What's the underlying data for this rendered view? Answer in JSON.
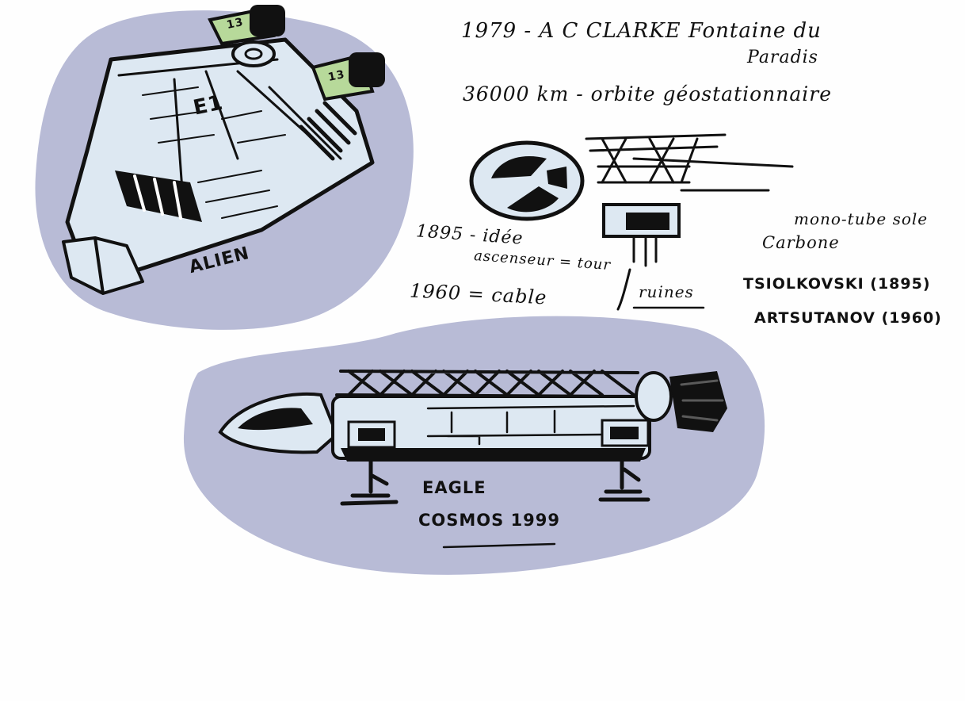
{
  "sketch": {
    "paper_color": "#fefefe",
    "blob_color": "#b8bbd6",
    "ink_color": "#111111",
    "hull_color": "#dde8f2",
    "pod_color": "#b7d99a"
  },
  "alien": {
    "caption": "ALIEN",
    "hull_marking": "E1",
    "pod_left_label": "13",
    "pod_right_label": "13"
  },
  "notes": {
    "line1": "1979 - A C CLARKE Fontaine du",
    "line1b": "Paradis",
    "line2": "36000 km - orbite géostationnaire",
    "idea_1895": "1895 - idée",
    "idea_1895b": "ascenseur = tour",
    "cable_1960": "1960 = cable",
    "ruines": "ruines",
    "mono_tube": "mono-tube sole",
    "carbone": "Carbone",
    "tsiolkovski": "TSIOLKOVSKI (1895)",
    "artsutanov": "ARTSUTANOV (1960)"
  },
  "eagle": {
    "caption_line1": "EAGLE",
    "caption_line2": "COSMOS 1999"
  }
}
